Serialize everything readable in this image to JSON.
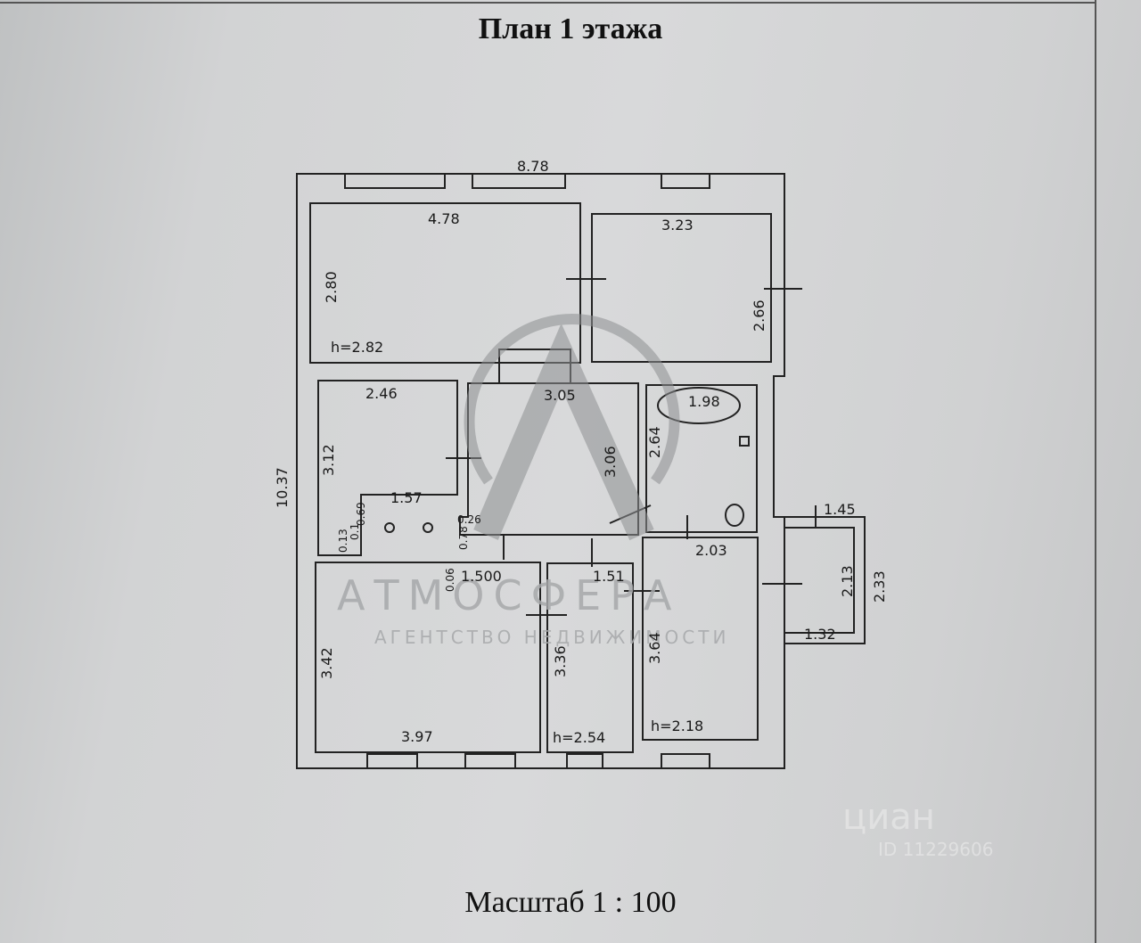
{
  "page": {
    "title": "План 1 этажа",
    "scale": "Масштаб 1 : 100"
  },
  "plan": {
    "overall_width": "8.78",
    "overall_height": "10.37",
    "rooms": {
      "nw": {
        "width": "4.78",
        "height": "2.80",
        "ceiling": "h=2.82"
      },
      "ne": {
        "width": "3.23",
        "height": "2.66"
      },
      "w_mid": {
        "width": "2.46",
        "height": "3.12",
        "inner_width": "1.57",
        "inner_height": "0.69",
        "small_a": "0.13",
        "small_b": "0.1"
      },
      "hall": {
        "width": "3.05",
        "height": "3.06",
        "small_a": "0.26",
        "small_b": "0.78"
      },
      "bath": {
        "tub": "1.98",
        "height": "2.64"
      },
      "kitchen_e": {
        "width": "2.03",
        "height": "3.64",
        "ceiling": "h=2.18"
      },
      "porch": {
        "width_top": "1.45",
        "width_bottom": "1.32",
        "height_inner": "2.13",
        "height_outer": "2.33"
      },
      "sw": {
        "width": "3.97",
        "height": "3.42",
        "top": "1.500",
        "offset": "0.06"
      },
      "s_mid": {
        "width": "1.51",
        "height": "3.36",
        "ceiling": "h=2.54"
      }
    }
  },
  "watermark": {
    "brand": "АТМОСФЕРА",
    "sub": "АГЕНТСТВО  НЕДВИЖИМОСТИ",
    "site": "циан",
    "id": "ID 11229606"
  }
}
